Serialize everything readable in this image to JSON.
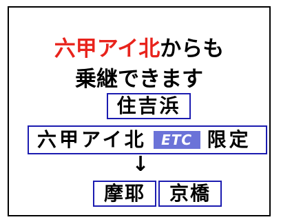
{
  "headline": {
    "accent_text": "六甲アイ北",
    "line1_rest": "からも",
    "line2": "乗継できます"
  },
  "stations": {
    "sumiyoshi": "住吉浜",
    "route_main": "六甲アイ北",
    "etc_badge": "ETC",
    "route_limit": "限定",
    "arrow": "↓",
    "maya": "摩耶",
    "kyobashi": "京橋"
  },
  "colors": {
    "accent": "#e8231c",
    "box_border": "#1b1bb0",
    "etc_badge_bg": "#6b73d8"
  }
}
